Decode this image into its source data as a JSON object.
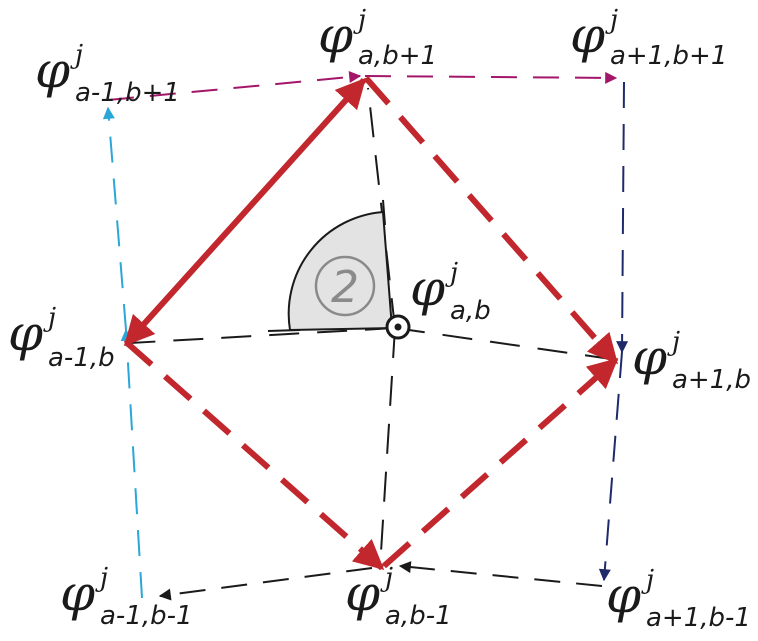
{
  "colors": {
    "red": "#c1272d",
    "magenta": "#a3166a",
    "cyan": "#2aa7d6",
    "navy": "#1f2a6b",
    "black": "#1a1a1a",
    "sector_fill": "#e3e3e3",
    "badge": "#8a8a8a"
  },
  "symbol": "φ",
  "superscript": "j",
  "nodes": [
    {
      "id": "n_tl",
      "sub": "a-1,b+1"
    },
    {
      "id": "n_t",
      "sub": "a,b+1"
    },
    {
      "id": "n_tr",
      "sub": "a+1,b+1"
    },
    {
      "id": "n_l",
      "sub": "a-1,b"
    },
    {
      "id": "n_c",
      "sub": "a,b"
    },
    {
      "id": "n_r",
      "sub": "a+1,b"
    },
    {
      "id": "n_bl",
      "sub": "a-1,b-1"
    },
    {
      "id": "n_b",
      "sub": "a,b-1"
    },
    {
      "id": "n_br",
      "sub": "a+1,b-1"
    }
  ],
  "badge_label": "2",
  "center_icon": "point-out-of-plane-icon"
}
